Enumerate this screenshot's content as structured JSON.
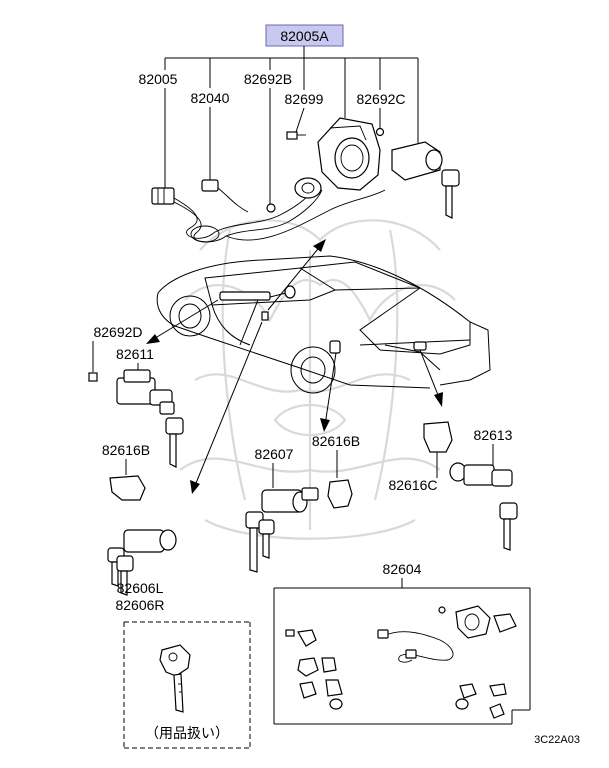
{
  "diagram": {
    "highlight_label": "82005A",
    "highlight_color": "#c8c8f0",
    "labels": {
      "p82005": "82005",
      "p82040": "82040",
      "p82692B": "82692B",
      "p82699": "82699",
      "p82692C": "82692C",
      "p82692D": "82692D",
      "p82611": "82611",
      "p82616B_left": "82616B",
      "p82616B_mid": "82616B",
      "p82607": "82607",
      "p82613": "82613",
      "p82616C": "82616C",
      "p82606L": "82606L",
      "p82606R": "82606R",
      "p82604": "82604"
    },
    "key_box_caption": "（用品扱い）",
    "figure_code": "3C22A03"
  }
}
